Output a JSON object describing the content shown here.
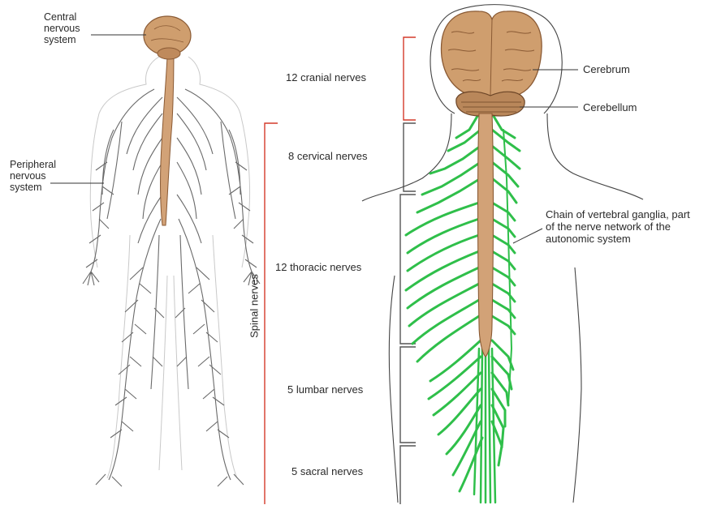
{
  "labels": {
    "cns": [
      "Central",
      "nervous",
      "system"
    ],
    "pns": [
      "Peripheral",
      "nervous",
      "system"
    ],
    "cranial": "12 cranial nerves",
    "cervical": "8 cervical nerves",
    "thoracic": "12 thoracic nerves",
    "lumbar": "5 lumbar nerves",
    "sacral": "5 sacral nerves",
    "spinal": "Spinal nerves",
    "cerebrum": "Cerebrum",
    "cerebellum": "Cerebellum",
    "chain": [
      "Chain of vertebral ganglia, part",
      "of the nerve network of the",
      "autonomic system"
    ]
  },
  "colors": {
    "brain": "#cf9e6e",
    "brain_dark": "#8a5a34",
    "cord": "#d2a277",
    "nerve_green": "#2fbf4a",
    "nerve_green_dark": "#1c8c33",
    "bracket_red": "#d43a2a",
    "bracket_gray": "#555555",
    "outline": "#444444",
    "nerve_gray": "#6a6a6a"
  }
}
